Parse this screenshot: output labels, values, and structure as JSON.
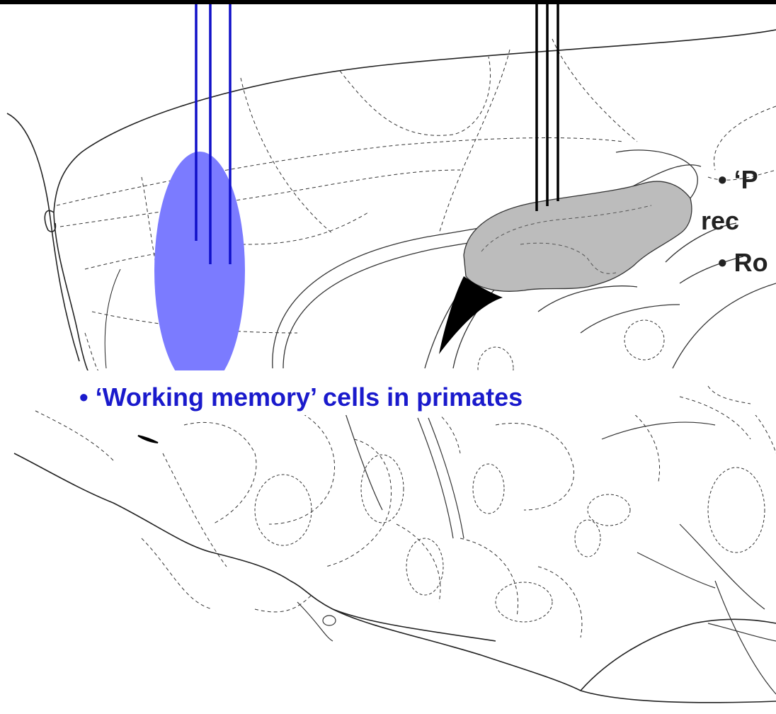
{
  "labels": {
    "working_memory": "• ‘Working memory’ cells in primates",
    "place_line1": "• ‘P",
    "place_line2": "rec",
    "place_line3": "• Ro"
  },
  "colors": {
    "electrode_blue": "#1010c8",
    "electrode_black": "#000000",
    "pfc_highlight": "#7b7bff",
    "hippocampus_fill": "#bcbcbc",
    "text_blue": "#1a1acc",
    "text_dark": "#222222"
  }
}
